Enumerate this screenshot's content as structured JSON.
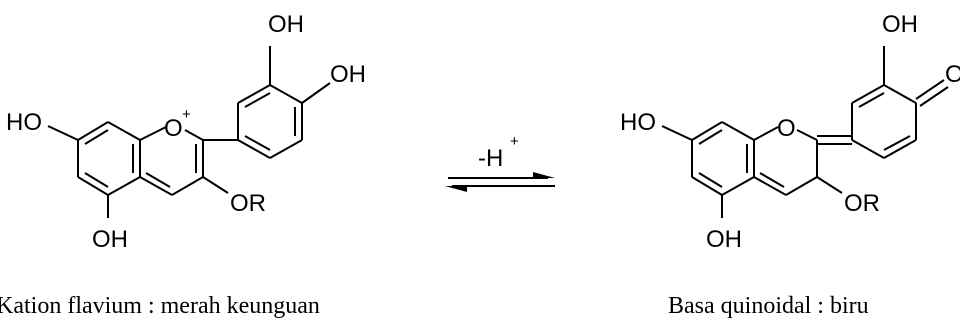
{
  "left_molecule": {
    "labels": {
      "hydroxyl_top": "OH",
      "hydroxyl_right": "OH",
      "hydroxyl_left": "HO",
      "ring_oxygen": "O",
      "ring_oxygen_charge": "+",
      "alkoxy": "OR",
      "hydroxyl_bottom": "OH"
    },
    "caption": "Kation flavium : merah keunguan"
  },
  "equilibrium": {
    "label": "-H",
    "label_superscript": "+"
  },
  "right_molecule": {
    "labels": {
      "hydroxyl_top": "OH",
      "carbonyl_fragment": "O",
      "hydroxyl_left": "HO",
      "ring_oxygen": "O",
      "alkoxy": "OR",
      "hydroxyl_bottom": "OH"
    },
    "caption": "Basa quinoidal : biru"
  },
  "colors": {
    "ink": "#000000",
    "background": "#ffffff"
  }
}
